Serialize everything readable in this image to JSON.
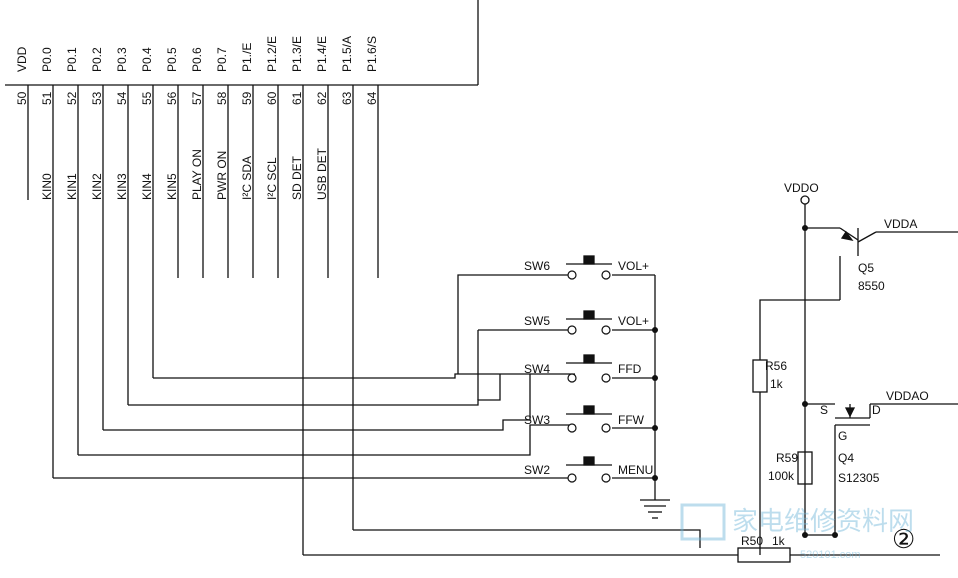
{
  "chip": {
    "pins": [
      {
        "num": "50",
        "name": "VDD",
        "signal": ""
      },
      {
        "num": "51",
        "name": "P0.0",
        "signal": "KIN0"
      },
      {
        "num": "52",
        "name": "P0.1",
        "signal": "KIN1"
      },
      {
        "num": "53",
        "name": "P0.2",
        "signal": "KIN2"
      },
      {
        "num": "54",
        "name": "P0.3",
        "signal": "KIN3"
      },
      {
        "num": "55",
        "name": "P0.4",
        "signal": "KIN4"
      },
      {
        "num": "56",
        "name": "P0.5",
        "signal": "KIN5"
      },
      {
        "num": "57",
        "name": "P0.6",
        "signal": "PLAY ON"
      },
      {
        "num": "58",
        "name": "P0.7",
        "signal": "PWR ON"
      },
      {
        "num": "59",
        "name": "P1./E",
        "signal": "I²C SDA"
      },
      {
        "num": "60",
        "name": "P1.2/E",
        "signal": "I²C SCL"
      },
      {
        "num": "61",
        "name": "P1.3/E",
        "signal": "SD DET"
      },
      {
        "num": "62",
        "name": "P1.4/E",
        "signal": "USB DET"
      },
      {
        "num": "63",
        "name": "P1.5/A",
        "signal": ""
      },
      {
        "num": "64",
        "name": "P1.6/S",
        "signal": ""
      }
    ]
  },
  "switches": [
    {
      "ref": "SW6",
      "func": "VOL+"
    },
    {
      "ref": "SW5",
      "func": "VOL+"
    },
    {
      "ref": "SW4",
      "func": "FFD"
    },
    {
      "ref": "SW3",
      "func": "FFW"
    },
    {
      "ref": "SW2",
      "func": "MENU"
    }
  ],
  "power": {
    "vddo": "VDDO",
    "vdda": "VDDA",
    "vddao": "VDDAO",
    "q5_ref": "Q5",
    "q5_part": "8550",
    "r56_ref": "R56",
    "r56_val": "1k",
    "s_pin": "S",
    "d_pin": "D",
    "g_pin": "G",
    "r59_ref": "R59",
    "r59_val": "100k",
    "q4_ref": "Q4",
    "q4_part": "S12305",
    "r50_ref": "R50",
    "r50_val": "1k"
  },
  "figure_number": "②",
  "watermark": {
    "text": "家电维修资料网",
    "url": "520101.com"
  }
}
